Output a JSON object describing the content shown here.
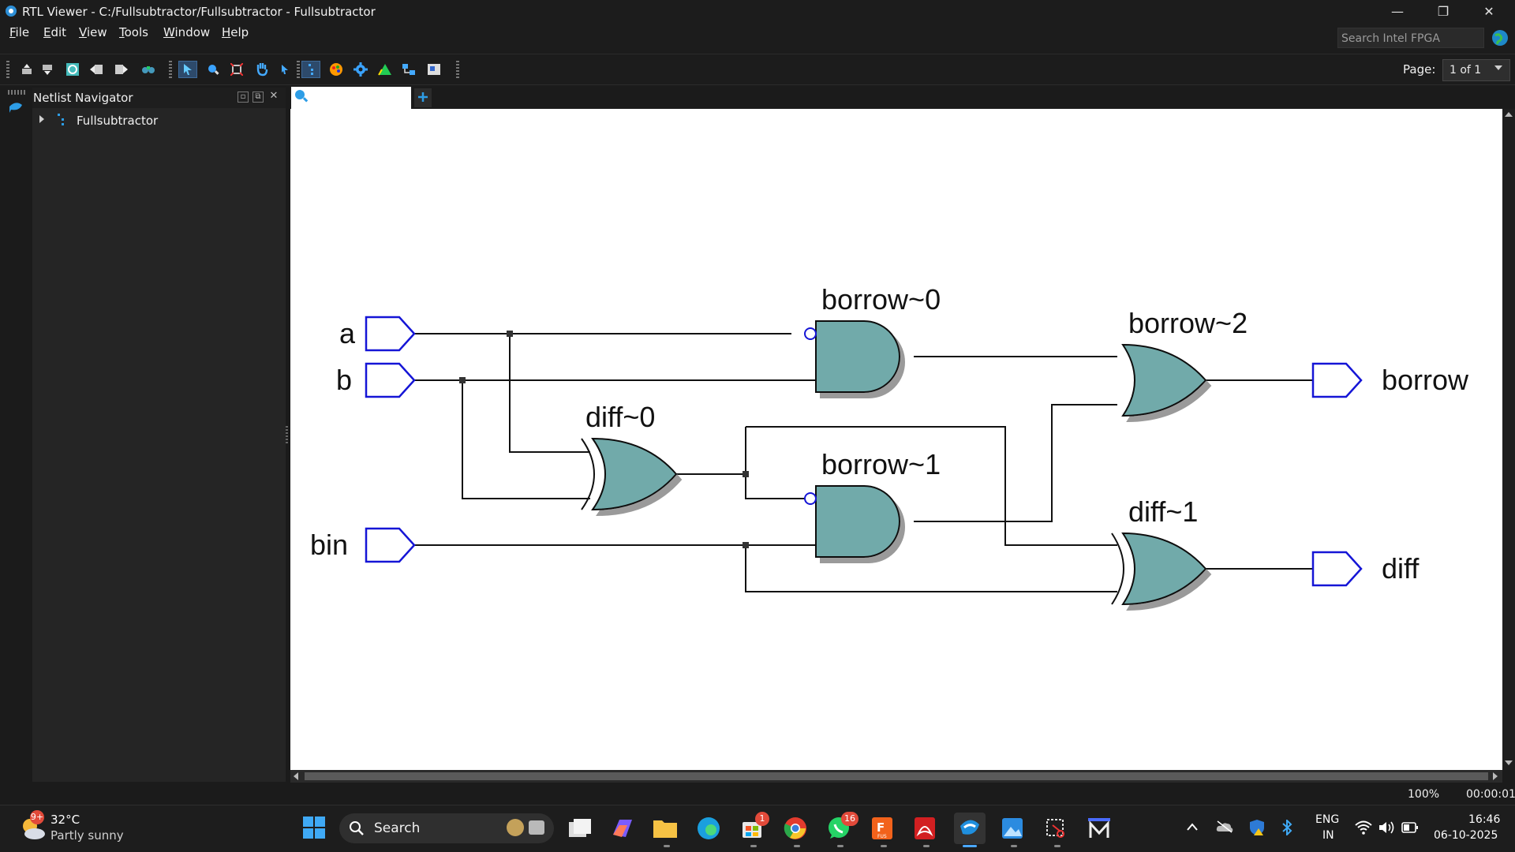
{
  "window": {
    "title": "RTL Viewer - C:/Fullsubtractor/Fullsubtractor - Fullsubtractor",
    "minimize": "—",
    "restore": "❐",
    "close": "✕"
  },
  "menu": {
    "file": {
      "u": "F",
      "rest": "ile"
    },
    "edit": {
      "u": "E",
      "rest": "dit"
    },
    "view": {
      "u": "V",
      "rest": "iew"
    },
    "tools": {
      "u": "T",
      "rest": "ools"
    },
    "window": {
      "u": "W",
      "rest": "indow"
    },
    "help": {
      "u": "H",
      "rest": "elp"
    }
  },
  "search": {
    "placeholder": "Search Intel FPGA"
  },
  "toolbar": {
    "page_label": "Page:",
    "page_value": "1 of 1"
  },
  "navigator": {
    "title": "Netlist Navigator",
    "tree": [
      {
        "label": "Fullsubtractor"
      }
    ]
  },
  "schematic": {
    "inputs": [
      "a",
      "b",
      "bin"
    ],
    "outputs": [
      "borrow",
      "diff"
    ],
    "gates": {
      "borrow0": {
        "label": "borrow~0",
        "type": "AND"
      },
      "borrow1": {
        "label": "borrow~1",
        "type": "AND"
      },
      "borrow2": {
        "label": "borrow~2",
        "type": "OR"
      },
      "diff0": {
        "label": "diff~0",
        "type": "XOR"
      },
      "diff1": {
        "label": "diff~1",
        "type": "XOR"
      }
    },
    "colors": {
      "gate_fill": "#71aaaa",
      "port": "#1515d6",
      "wire": "#111111"
    }
  },
  "status": {
    "zoom": "100%",
    "elapsed": "00:00:01"
  },
  "taskbar": {
    "weather": {
      "temp": "32°C",
      "desc": "Partly sunny",
      "badge": "9+"
    },
    "search_label": "Search",
    "badges": {
      "store": "1",
      "whatsapp": "16"
    },
    "fus_label": "FUS",
    "lang": {
      "line1": "ENG",
      "line2": "IN"
    },
    "clock": {
      "time": "16:46",
      "date": "06-10-2025"
    }
  }
}
